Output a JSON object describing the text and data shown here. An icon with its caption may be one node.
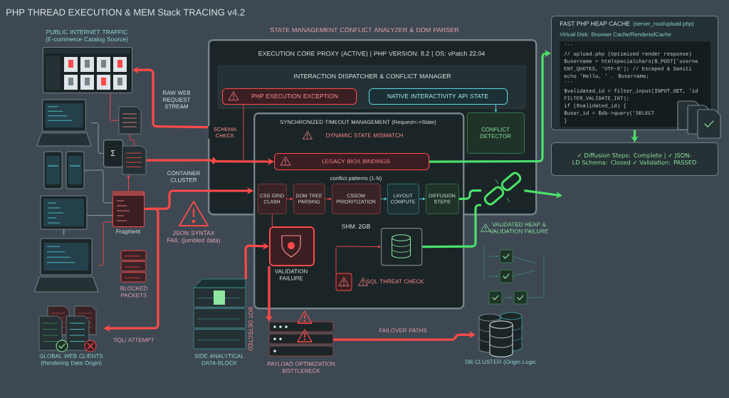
{
  "diagram": {
    "title": "PHP THREAD EXECUTION & MEM Stack TRACING v4.2",
    "nodes": [
      {
        "text": [
          "PUBLIC INTERNET TRAFFIC (E-commerce Catalog Source)"
        ]
      },
      {
        "text": [],
        "shape": "picture"
      },
      {
        "text": [],
        "shape": "picture"
      },
      {
        "text": [],
        "shape": "picture"
      },
      {
        "text": [],
        "shape": "picture"
      },
      {
        "text": [],
        "shape": "picture"
      },
      {
        "text": [
          "Σ"
        ]
      },
      {
        "text": [],
        "shape": "picture"
      },
      {
        "text": [
          "Fragment"
        ]
      },
      {
        "text": [
          "BLOCKED PACKETS"
        ]
      },
      {
        "text": [
          "GLOBAL WEB CLIENTS (Rendering Data Origin)"
        ]
      },
      {
        "text": [
          "JSON SYNTAX FAIL (jumbled data)"
        ]
      },
      {
        "text": [
          "SIDE ANALYTICAL DATA-BLOCK"
        ],
        "beside": [
          "BOT DETECTED"
        ]
      },
      {
        "text": [
          "STATE MANAGEMENT CONFLICT ANALYZER & DOM PARSER",
          "EXECUTION CORE PROXY (ACTIVE) | PHP VERSION: 8.2 | OS: vPatch 22.04"
        ]
      },
      {
        "text": [
          "INTERACTION DISPATCHER & CONFLICT MANAGER"
        ],
        "in": 13
      },
      {
        "text": [
          "PHP EXECUTION EXCEPTION"
        ],
        "in": 14
      },
      {
        "text": [
          "NATIVE INTERACTIVITY API STATE"
        ],
        "in": 14
      },
      {
        "text": [
          "CONFLICT DETECTOR"
        ],
        "in": 13
      },
      {
        "text": [
          "SYNCHRONIZED TIMEOUT MANAGEMENT (Request<->State)",
          "DYNAMIC STATE MISMATCH"
        ]
      },
      {
        "text": [
          "LEGACY BIOX BINDINGS"
        ]
      },
      {
        "text": [
          "CSS GRID CLASH"
        ]
      },
      {
        "text": [
          "DOM TREE PARSING"
        ]
      },
      {
        "text": [
          "CSSOM PRIORITIZATION"
        ]
      },
      {
        "text": [
          "LAYOUT COMPUTE"
        ]
      },
      {
        "text": [
          "DIFFUSION STEPS"
        ]
      },
      {
        "text": [
          "VALIDATION FAILURE"
        ],
        "in": 18
      },
      {
        "text": [],
        "shape": "picture",
        "in": 18
      },
      {
        "text": [
          "SQL THREAT CHECK"
        ],
        "in": 18
      },
      {
        "text": [
          "PAYLOAD OPTIMIZATION BOTTLENECK"
        ]
      },
      {
        "text": [
          "DB CLUSTER (Origin Logic"
        ]
      },
      {
        "text": [
          "FAST PHP HEAP CACHE",
          "(server_root/upload.php)",
          "Virtual Disk: Browser Cache/RenderedCache"
        ]
      },
      {
        "text": [
          "...",
          "// upload.php (Optimized render response)",
          "$username = htmlspecialchars($_POST['userne",
          "ENT_QUOTES, 'UTF-8'); // Escaped & Saniti",
          "echo 'Hello, ' . $username;",
          "...",
          "$validated_id = filter_input(INPUT_GET, 'id",
          "FILTER_VALIDATE_INT);",
          "if ($validated_id) {",
          "$user_id = $db->query('SELECT",
          "}"
        ],
        "in": 30
      },
      {
        "text": [],
        "shape": "picture"
      },
      {
        "text": [
          "✓ Diffusion Steps: Complete | ✓ JSON-LD Schema: Closed ✓ Validation: PASSED"
        ]
      },
      {
        "text": [],
        "shape": "picture",
        "in": 13
      },
      {
        "text": [
          "VALIDATED HEAP & VALIDATION FAILURE"
        ]
      }
    ],
    "edges": [
      {
        "from": 13,
        "to": 0,
        "arrow": "to",
        "label": "RAW WEB REQUEST STREAM",
        "style": "thick"
      },
      {
        "from": 7,
        "to": 19,
        "arrow": "to",
        "label": "CONTAINER CLUSTER",
        "style": "thick"
      },
      {
        "from": 15,
        "to": 19,
        "arrow": "to",
        "label": "SCHEMA CHECK"
      },
      {
        "from": 16,
        "to": 17,
        "arrow": "to",
        "color": "#59d6e3"
      },
      {
        "from": 0,
        "to": 5,
        "arrow": "none"
      },
      {
        "from": 5,
        "to": 7,
        "arrow": "none"
      },
      {
        "from": 1,
        "to": 6,
        "arrow": "none",
        "color": "#9aa5aa"
      },
      {
        "from": 2,
        "to": 8,
        "arrow": "none",
        "color": "#9aa5aa"
      },
      {
        "from": 3,
        "to": 8,
        "arrow": "none",
        "color": "#9aa5aa"
      },
      {
        "from": 4,
        "to": 8,
        "arrow": "none"
      },
      {
        "from": 8,
        "to": 7,
        "arrow": "to"
      },
      {
        "from": 8,
        "to": 18,
        "arrow": "to",
        "style": "thick"
      },
      {
        "from": 8,
        "to": 10,
        "arrow": "to",
        "label": "SQLi ATTEMPT",
        "style": "thick"
      },
      {
        "from": 12,
        "to": 25,
        "arrow": "to",
        "style": "thick"
      },
      {
        "from": 25,
        "to": 28,
        "arrow": "to",
        "style": "thick"
      },
      {
        "from": 28,
        "to": 29,
        "arrow": "to",
        "label": "FAILOVER PATHS",
        "style": "thick"
      },
      {
        "from": 27,
        "to": 26,
        "arrow": "to"
      },
      {
        "from": 19,
        "to": 30,
        "arrow": "to",
        "style": "thick",
        "color": "#4be36a"
      },
      {
        "from": 24,
        "to": 34,
        "arrow": "none",
        "style": "thick",
        "color": "#4be36a"
      },
      {
        "from": 26,
        "to": 34,
        "arrow": "none",
        "style": "thick",
        "color": "#4be36a"
      },
      {
        "from": 34,
        "to": null,
        "arrow": "to",
        "style": "thick",
        "color": "#4be36a"
      },
      {
        "from": 30,
        "to": 33,
        "arrow": "to",
        "style": "thick",
        "color": "#4be36a"
      },
      {
        "from": 20,
        "to": 21,
        "arrow": "to"
      },
      {
        "from": 21,
        "to": 22,
        "arrow": "to"
      },
      {
        "from": 22,
        "to": 23,
        "arrow": "to",
        "color": "#59d6e3"
      },
      {
        "from": 23,
        "to": 24,
        "arrow": "to",
        "color": "#59d6e3"
      },
      {
        "from": 20,
        "to": 25,
        "arrow": "none"
      }
    ],
    "labels": [
      "conflict patterns (1-N)",
      "SHM: 2GB"
    ]
  }
}
